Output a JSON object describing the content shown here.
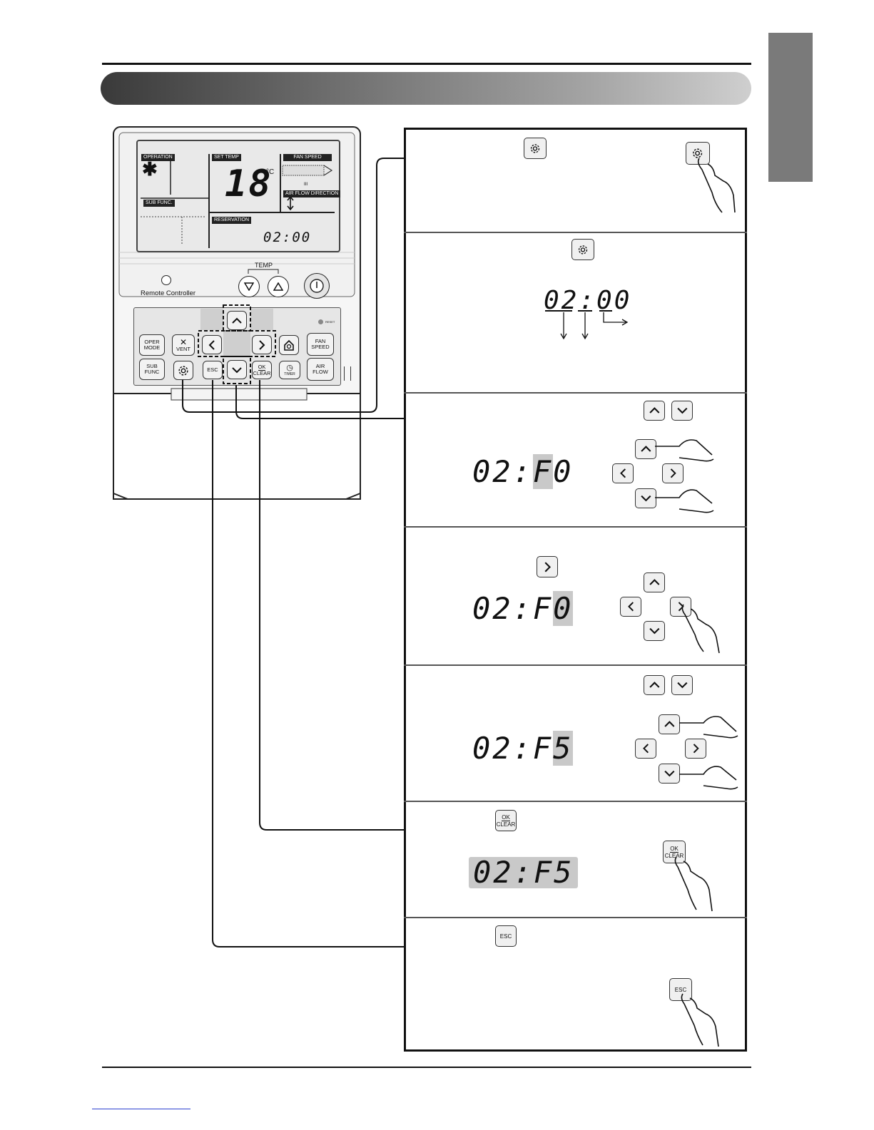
{
  "remote": {
    "lcd": {
      "operation_label": "OPERATION",
      "set_temp_label": "SET TEMP",
      "fan_speed_label": "FAN SPEED",
      "airflow_label": "AIR FLOW DIRECTION",
      "sub_func_label": "SUB FUNC.",
      "reservation_label": "RESERVATION",
      "temp_value": "18",
      "temp_unit": "°C",
      "reservation_value": "02:00"
    },
    "controller_label": "Remote Controller",
    "temp_label": "TEMP",
    "buttons": {
      "oper_mode": "OPER MODE",
      "vent": "VENT",
      "fan_speed": "FAN SPEED",
      "sub_func": "SUB FUNC",
      "esc": "ESC",
      "ok": "OK",
      "clear": "CLEAR",
      "timer": "TIMER",
      "air_flow": "AIR FLOW",
      "reset": "RESET"
    }
  },
  "steps": {
    "step2_display": "02:00",
    "step3_display_prefix": "02:",
    "step3_display_hl": "F",
    "step3_display_suffix": "0",
    "step4_display_prefix": "02:F",
    "step4_display_hl": "0",
    "step5_display_prefix": "02:F",
    "step5_display_hl": "5",
    "step6_display": "02:F5",
    "ok_label": "OK",
    "clear_label": "CLEAR",
    "esc_label": "ESC"
  }
}
